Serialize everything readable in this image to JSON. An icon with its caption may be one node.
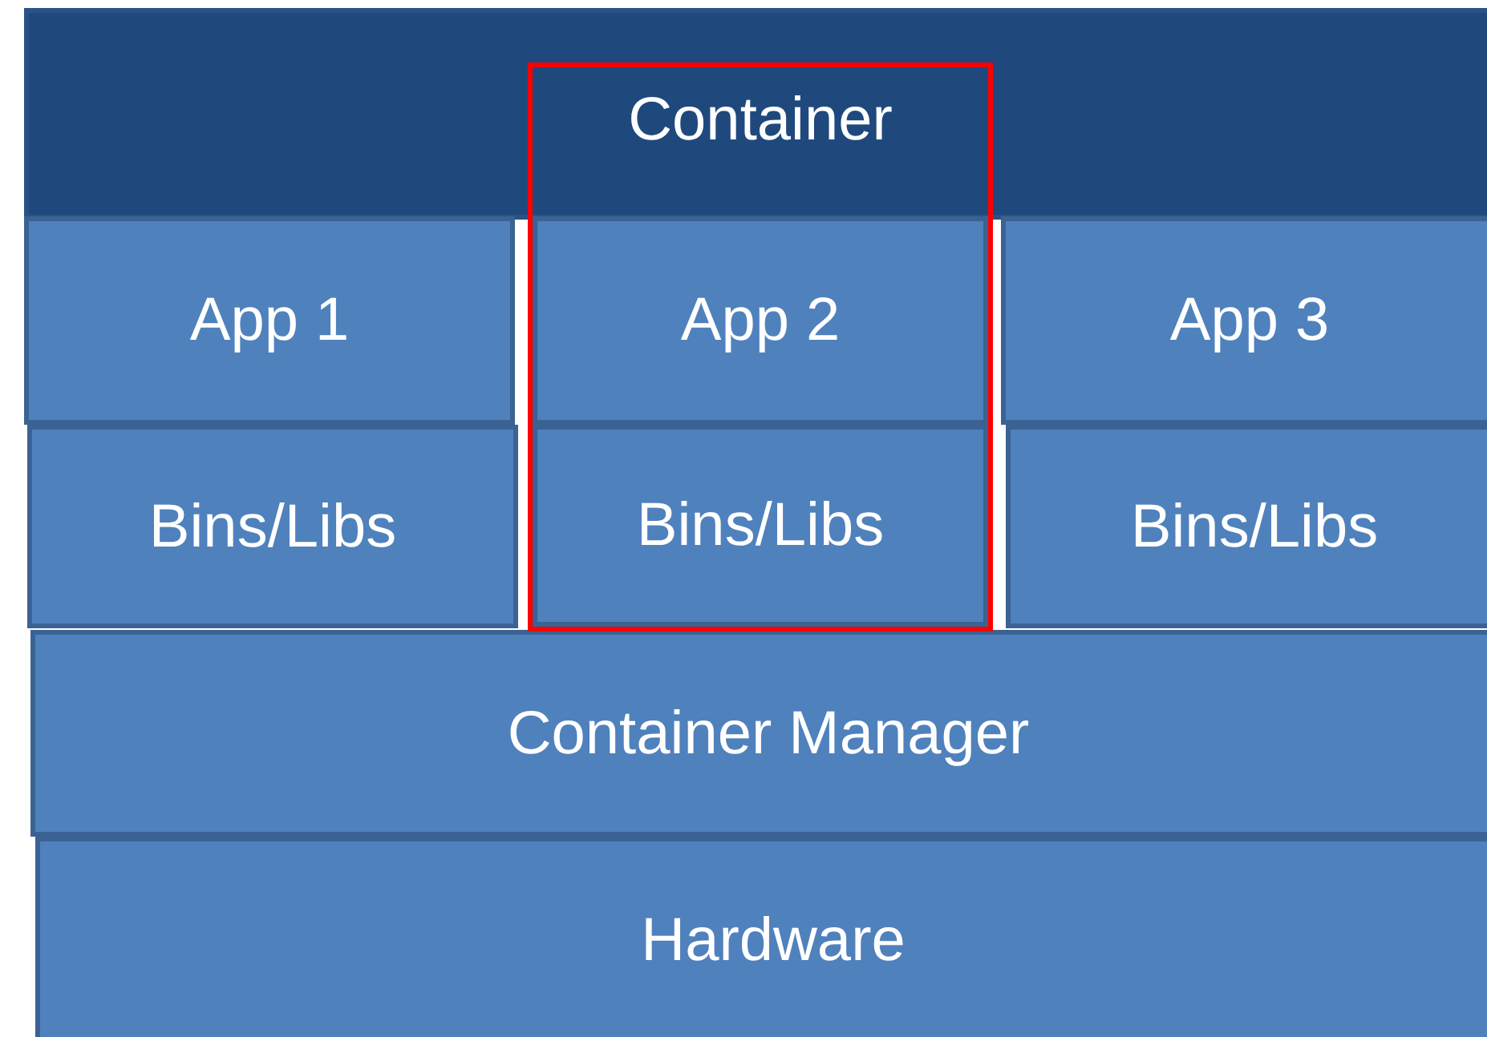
{
  "diagram": {
    "nodes": [
      {
        "text": [
          "Container"
        ]
      },
      {
        "text": [
          "App 1"
        ]
      },
      {
        "text": [
          "App 2"
        ],
        "in": 0
      },
      {
        "text": [
          "App 3"
        ]
      },
      {
        "text": [
          "Bins/Libs"
        ]
      },
      {
        "text": [
          "Bins/Libs"
        ],
        "in": 0
      },
      {
        "text": [
          "Bins/Libs"
        ]
      },
      {
        "text": [
          "Container Manager"
        ]
      },
      {
        "text": [
          "Hardware"
        ]
      }
    ]
  }
}
